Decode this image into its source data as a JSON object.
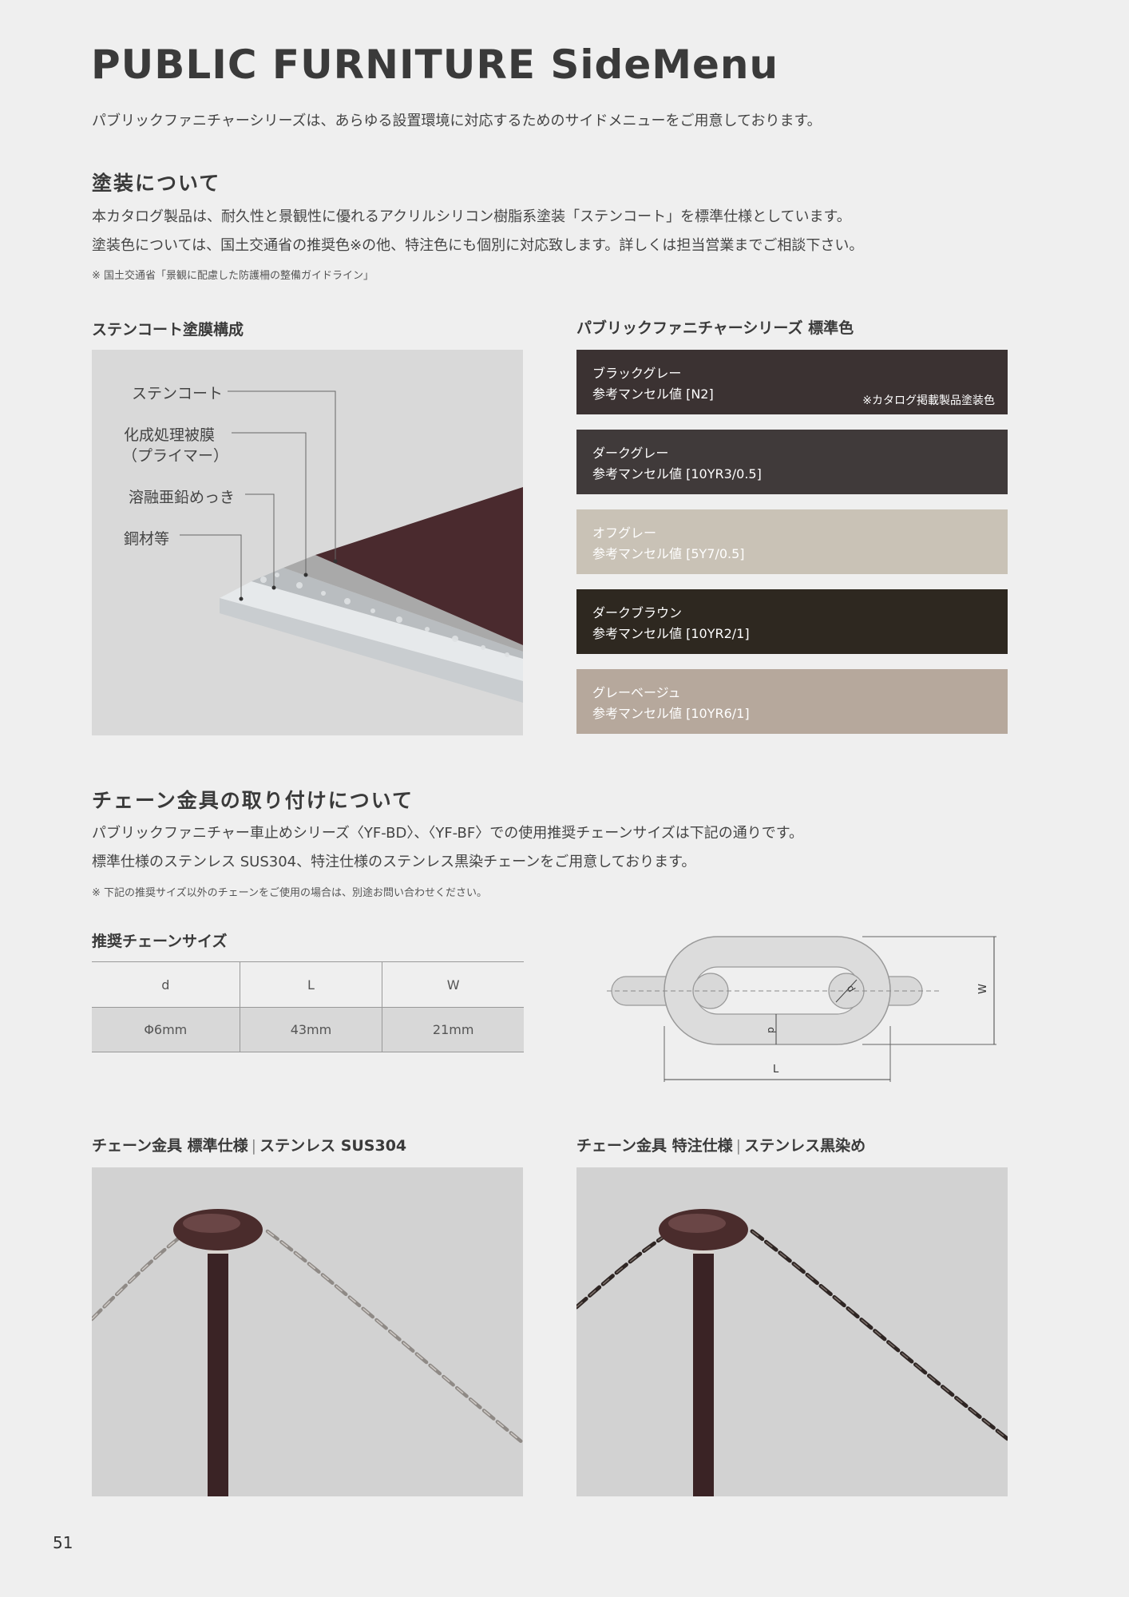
{
  "title": "PUBLIC FURNITURE SideMenu",
  "intro": "パブリックファニチャーシリーズは、あらゆる設置環境に対応するためのサイドメニューをご用意しております。",
  "coating": {
    "heading": "塗装について",
    "line1": "本カタログ製品は、耐久性と景観性に優れるアクリルシリコン樹脂系塗装「ステンコート」を標準仕様としています。",
    "line2": "塗装色については、国土交通省の推奨色※の他、特注色にも個別に対応致します。詳しくは担当営業までご相談下さい。",
    "note": "※ 国土交通省「景観に配慮した防護柵の整備ガイドライン」",
    "layers_title": "ステンコート塗膜構成",
    "layers": [
      "ステンコート",
      "化成処理被膜",
      "（プライマー）",
      "溶融亜鉛めっき",
      "鋼材等"
    ]
  },
  "colors": {
    "title": "パブリックファニチャーシリーズ 標準色",
    "items": [
      {
        "name": "ブラックグレー",
        "munsell": "参考マンセル値 [N2]",
        "color": "#3b3232",
        "text": "#ffffff",
        "extra": "※カタログ掲載製品塗装色"
      },
      {
        "name": "ダークグレー",
        "munsell": "参考マンセル値 [10YR3/0.5]",
        "color": "#403a3a",
        "text": "#ffffff"
      },
      {
        "name": "オフグレー",
        "munsell": "参考マンセル値 [5Y7/0.5]",
        "color": "#c9c2b6",
        "text": "#ffffff"
      },
      {
        "name": "ダークブラウン",
        "munsell": "参考マンセル値 [10YR2/1]",
        "color": "#2e2820",
        "text": "#ffffff"
      },
      {
        "name": "グレーベージュ",
        "munsell": "参考マンセル値 [10YR6/1]",
        "color": "#b6a89c",
        "text": "#ffffff"
      }
    ]
  },
  "chain": {
    "heading": "チェーン金具の取り付けについて",
    "line1": "パブリックファニチャー車止めシリーズ〈YF-BD〉、〈YF-BF〉での使用推奨チェーンサイズは下記の通りです。",
    "line2": "標準仕様のステンレス SUS304、特注仕様のステンレス黒染チェーンをご用意しております。",
    "note": "※ 下記の推奨サイズ以外のチェーンをご使用の場合は、別途お問い合わせください。",
    "size_title": "推奨チェーンサイズ",
    "headers": [
      "d",
      "L",
      "W"
    ],
    "values": [
      "Φ6mm",
      "43mm",
      "21mm"
    ],
    "dim_d": "d",
    "dim_L": "L",
    "dim_W": "W"
  },
  "photos": {
    "standard_title": "チェーン金具 標準仕様",
    "standard_spec": "ステンレス SUS304",
    "special_title": "チェーン金具 特注仕様",
    "special_spec": "ステンレス黒染め"
  },
  "page_number": "51"
}
